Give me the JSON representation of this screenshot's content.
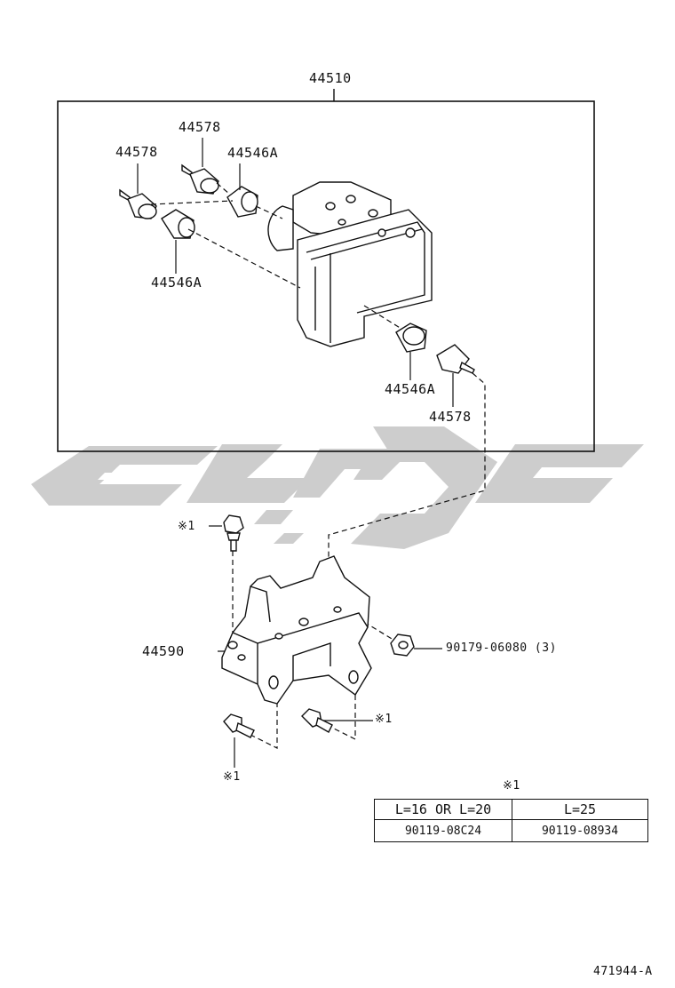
{
  "assembly_label": "44510",
  "parts": {
    "cap_upper_left": "44578",
    "cap_upper_mid": "44578",
    "plug_upper_right": "44546A",
    "plug_left": "44546A",
    "plug_lower": "44546A",
    "cap_lower": "44578",
    "bracket": "44590",
    "nut": "90179-06080 (3)",
    "bolt_ref_top": "※1",
    "bolt_ref_right": "※1",
    "bolt_ref_bottom": "※1"
  },
  "spec_table": {
    "note_ref": "※1",
    "headers": [
      "L=16 OR L=20",
      "L=25"
    ],
    "values": [
      "90119-08C24",
      "90119-08934"
    ]
  },
  "figure_id": "471944-A",
  "colors": {
    "line": "#111111",
    "watermark": "#c8c8c8"
  }
}
